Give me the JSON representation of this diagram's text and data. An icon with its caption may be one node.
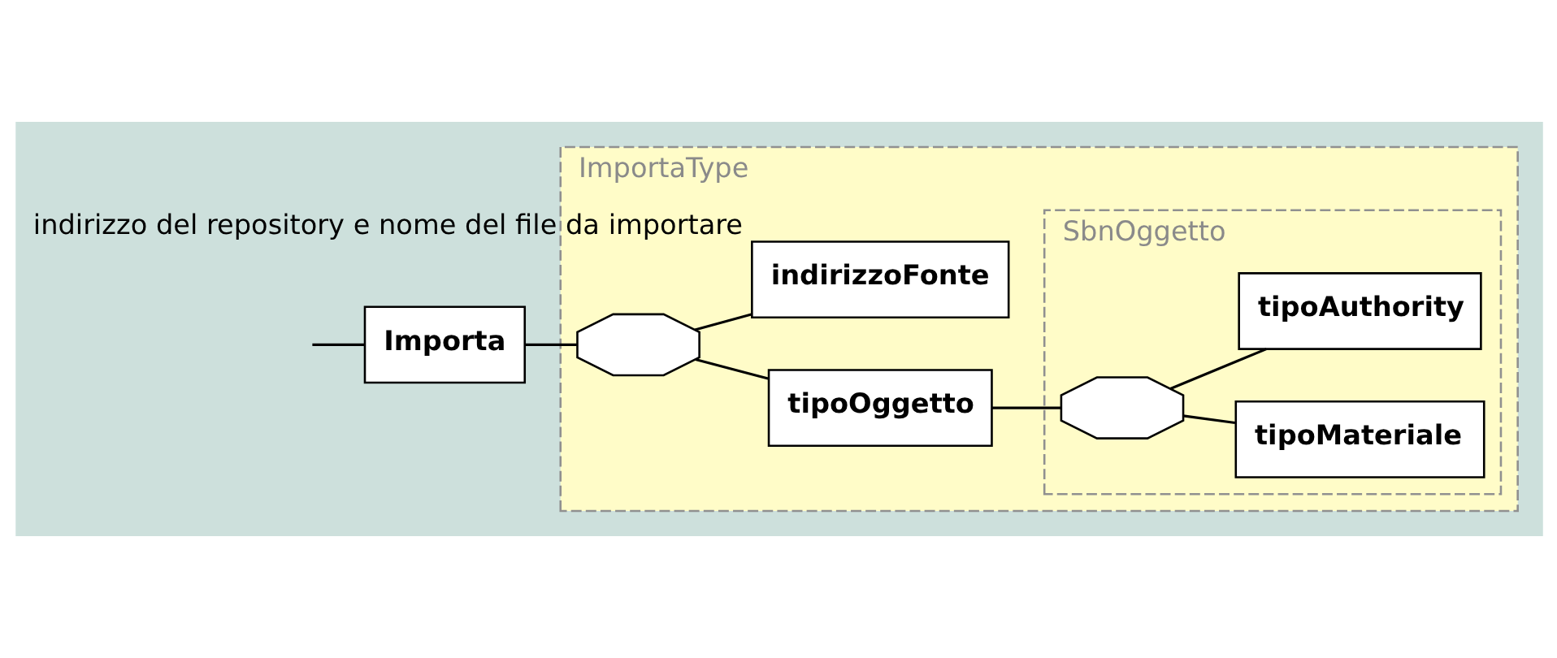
{
  "diagram": {
    "nodes": [
      {
        "text": [
          "ImportaType"
        ]
      },
      {
        "text": [
          "Importa"
        ]
      },
      {
        "text": [],
        "shape": "octagon",
        "in": 0
      },
      {
        "text": [
          "tipoOggetto"
        ],
        "in": 0
      },
      {
        "text": [
          "SbnOggetto"
        ],
        "in": 0
      },
      {
        "text": [],
        "shape": "octagon",
        "in": 4
      },
      {
        "text": [
          "tipoMateriale"
        ],
        "in": 4
      },
      {
        "text": [
          "tipoAuthority"
        ],
        "in": 4
      },
      {
        "text": [
          "indirizzoFonte"
        ],
        "in": 0,
        "beside": [
          "indirizzo del repository e nome del file da importare"
        ]
      }
    ],
    "edges": [
      {
        "from": null,
        "to": 1,
        "arrow": "none"
      },
      {
        "from": 1,
        "to": 2,
        "arrow": "none"
      },
      {
        "from": 2,
        "to": 3,
        "arrow": "none"
      },
      {
        "from": 2,
        "to": 8,
        "arrow": "none"
      },
      {
        "from": 3,
        "to": 5,
        "arrow": "none"
      },
      {
        "from": 5,
        "to": 6,
        "arrow": "none"
      },
      {
        "from": 5,
        "to": 7,
        "arrow": "none"
      }
    ]
  }
}
